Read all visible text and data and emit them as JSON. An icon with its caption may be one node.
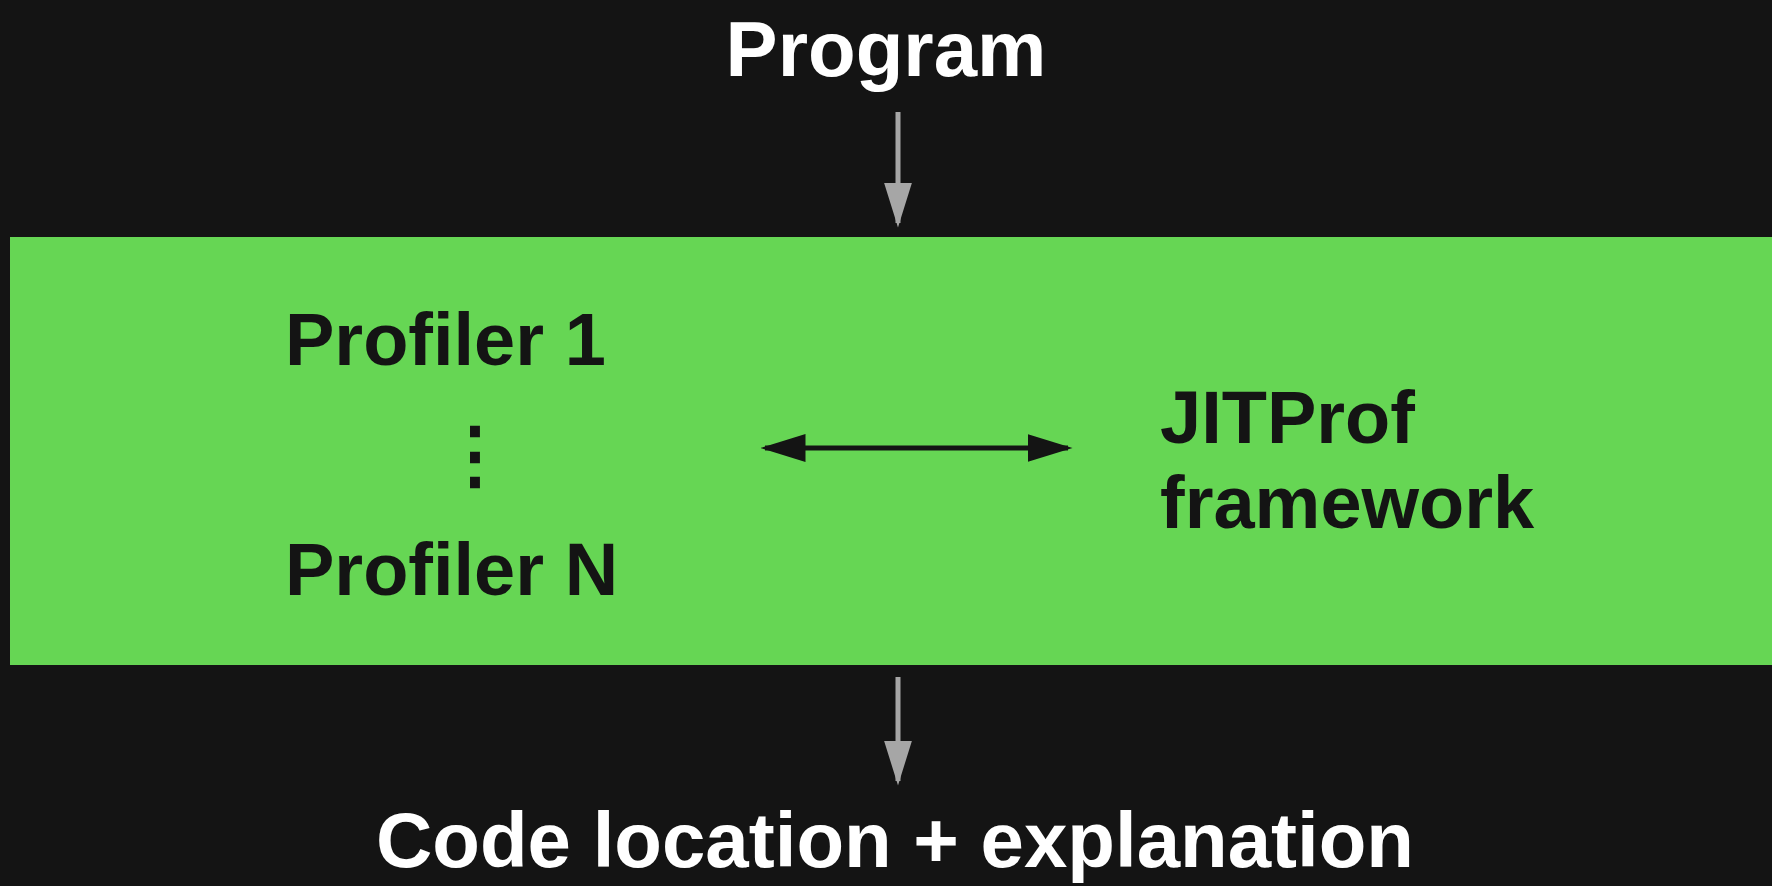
{
  "diagram": {
    "nodes": [
      {
        "text": [
          "Program"
        ]
      },
      {
        "text": [],
        "shape": "box"
      },
      {
        "text": [
          "Profiler 1",
          "⋮",
          "Profiler N"
        ],
        "in": 1
      },
      {
        "text": [
          "JITProf framework"
        ],
        "in": 1
      },
      {
        "text": [
          "Code location + explanation"
        ]
      }
    ],
    "edges": [
      {
        "from": 0,
        "to": 1,
        "arrow": "to"
      },
      {
        "from": 2,
        "to": 3,
        "arrow": "both",
        "color": "#141414"
      },
      {
        "from": 1,
        "to": 4,
        "arrow": "to"
      }
    ]
  }
}
